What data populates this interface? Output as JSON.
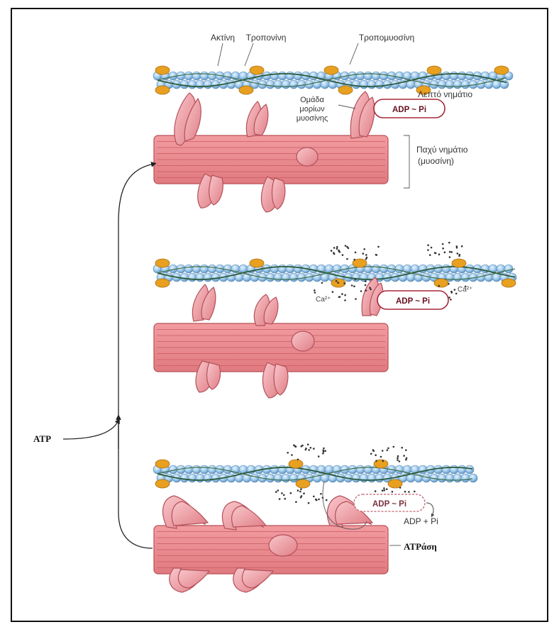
{
  "labels": {
    "actin": "Ακτίνη",
    "troponin": "Τροπονίνη",
    "tropomyosin": "Τροπομυοσίνη",
    "thin_filament": "Λεπτό νημάτιο",
    "myosin_heads_line1": "Ομάδα",
    "myosin_heads_line2": "μορίων",
    "myosin_heads_line3": "μυοσίνης",
    "thick_filament_line1": "Παχύ νημάτιο",
    "thick_filament_line2": "(μυοσίνη)",
    "adp_pi": "ADP ~ Pi",
    "ca": "Ca²⁺",
    "atp": "ATP",
    "adp_plus_pi": "ADP + Pi",
    "atpase": "ATPάση"
  },
  "colors": {
    "actin_bead": "#9cc8ea",
    "troponin": "#e8a020",
    "tropomyosin": "#2a5a3a",
    "myosin_fill": "#eb8c90",
    "myosin_stripe": "#c85a62",
    "head_fill": "#f1a4aa",
    "head_dark": "#b4505a",
    "box_stroke": "#a82838",
    "arrow": "#222222"
  },
  "icons": {
    "pathway_arrow": "arrow-up",
    "atp_pointer": "arrow-right"
  }
}
